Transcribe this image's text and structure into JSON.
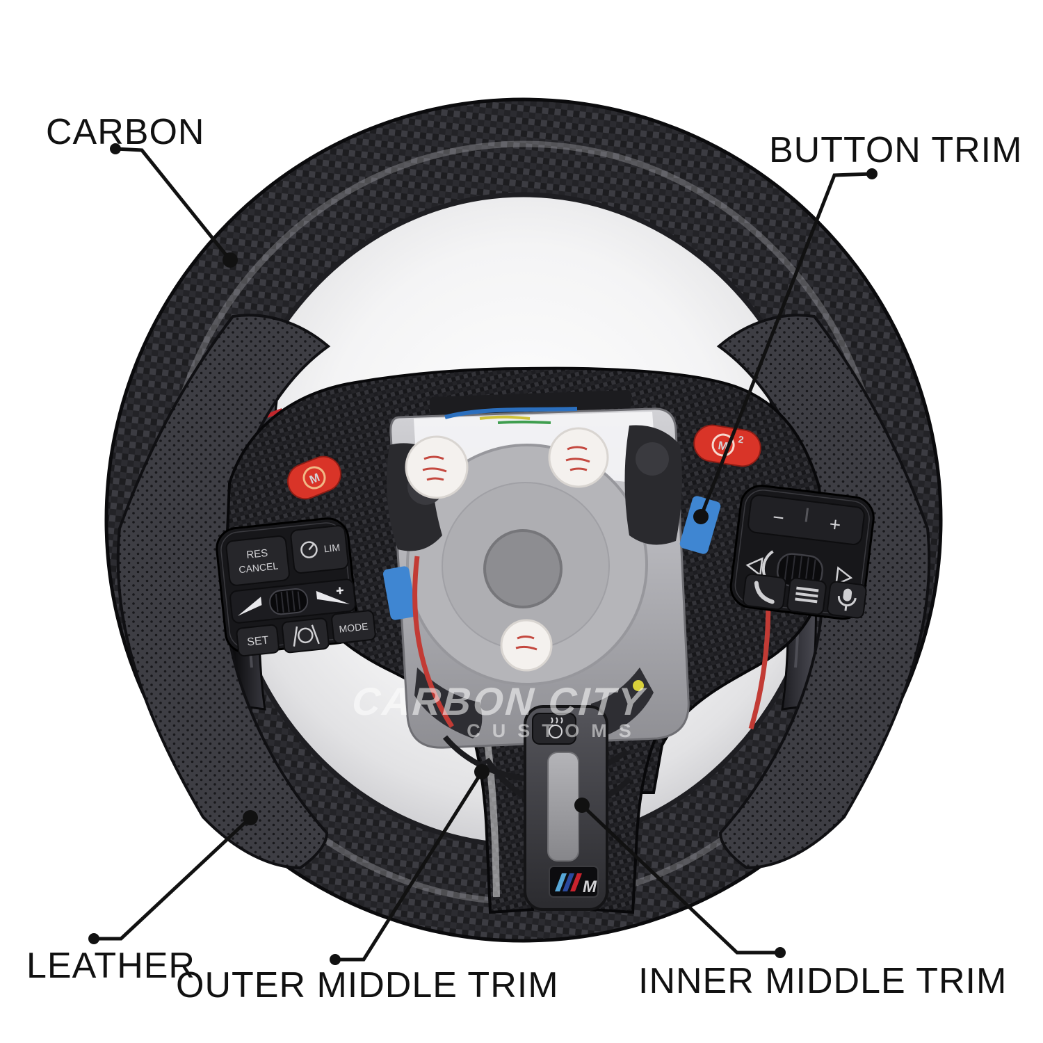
{
  "image": {
    "type": "annotated-product-photo",
    "subject": "carbon fiber steering wheel with exposed center hub",
    "background_color": "#ffffff"
  },
  "watermark": {
    "line1": "CARBON CITY",
    "line2": "CUSTOMS"
  },
  "annotations": {
    "carbon": {
      "label": "CARBON"
    },
    "button_trim": {
      "label": "BUTTON TRIM"
    },
    "leather": {
      "label": "LEATHER"
    },
    "outer_middle_trim": {
      "label": "OUTER MIDDLE TRIM"
    },
    "inner_middle_trim": {
      "label": "INNER MIDDLE TRIM"
    }
  },
  "wheel": {
    "left_cluster": {
      "res": "RES",
      "cancel": "CANCEL",
      "lim": "LIM",
      "set": "SET",
      "mode": "MODE"
    },
    "right_cluster": {
      "minus": "−",
      "plus": "+"
    },
    "red_buttons": {
      "m1": "M",
      "m2": "M",
      "m2_sup": "2"
    },
    "badge": {
      "m": "M"
    },
    "colors": {
      "accent_red": "#d93428",
      "m_light_blue": "#57a8d8",
      "m_dark_blue": "#2a4a9e",
      "m_red": "#c8232e",
      "callout": "#111111"
    }
  }
}
